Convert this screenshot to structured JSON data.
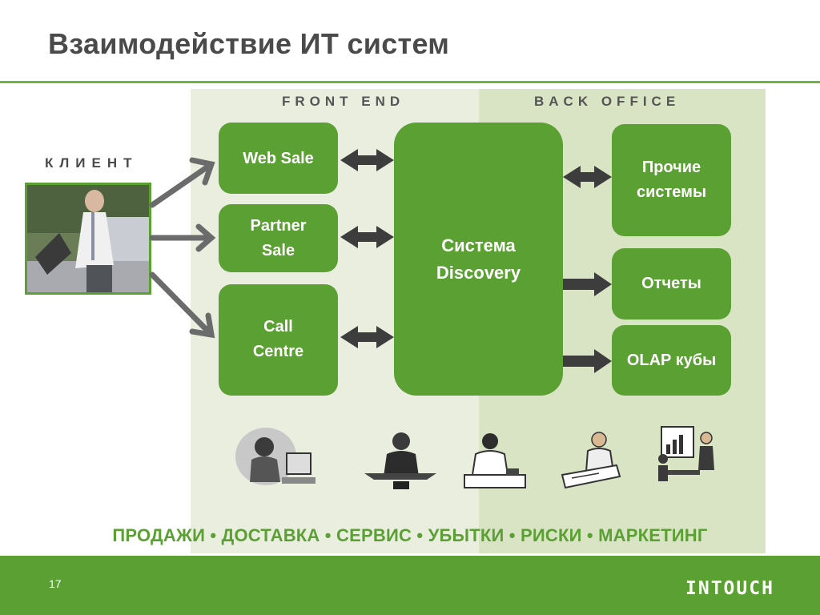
{
  "title": "Взаимодействие ИТ систем",
  "sections": {
    "front_end": "FRONT END",
    "back_office": "BACK OFFICE"
  },
  "client": {
    "label": "КЛИЕНТ"
  },
  "front_boxes": [
    "Web Sale",
    "Partner\nSale",
    "Call\nCentre"
  ],
  "center_box": "Система\nDiscovery",
  "back_boxes": [
    "Прочие\nсистемы",
    "Отчеты",
    "OLAP кубы"
  ],
  "bottom_line": "ПРОДАЖИ • ДОСТАВКА • СЕРВИС • УБЫТКИ • РИСКИ • МАРКЕТИНГ",
  "page_number": "17",
  "logo": "INTOUCH",
  "colors": {
    "accent": "#5aa032",
    "title_rule": "#6cb33f",
    "front_bg": "#e9eedf",
    "back_bg": "#d8e4c4",
    "arrow": "#3d3d3d",
    "title_text": "#4a4a4a"
  },
  "figures": [
    "call-centre-operator-icon",
    "phone-operator-icon",
    "office-clerk-icon",
    "analyst-icon",
    "presentation-meeting-icon"
  ]
}
